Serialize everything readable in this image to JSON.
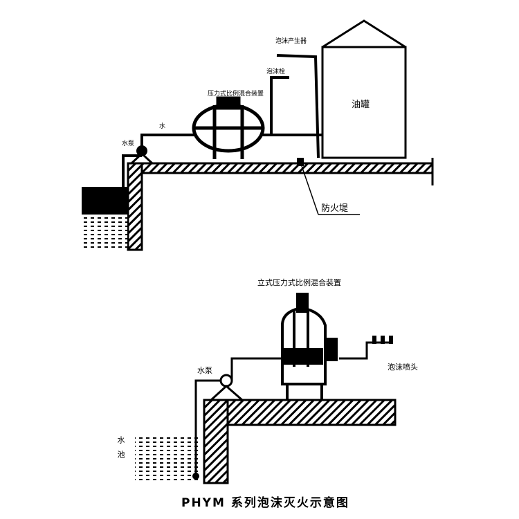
{
  "title": "PHYM 系列泡沫灭火示意图",
  "top": {
    "tank_label": "油罐",
    "mixer_label": "压力式比例混合装置",
    "foam_outlet_label": "泡沫产生器",
    "valve_label": "泡沫栓",
    "water_label": "水",
    "pump_label": "水泵",
    "dike_label": "防火堤"
  },
  "bottom": {
    "mixer_label": "立式压力式比例混合装置",
    "nozzle_label": "泡沫喷头",
    "pump_label": "水泵",
    "pool_label": "水池"
  }
}
